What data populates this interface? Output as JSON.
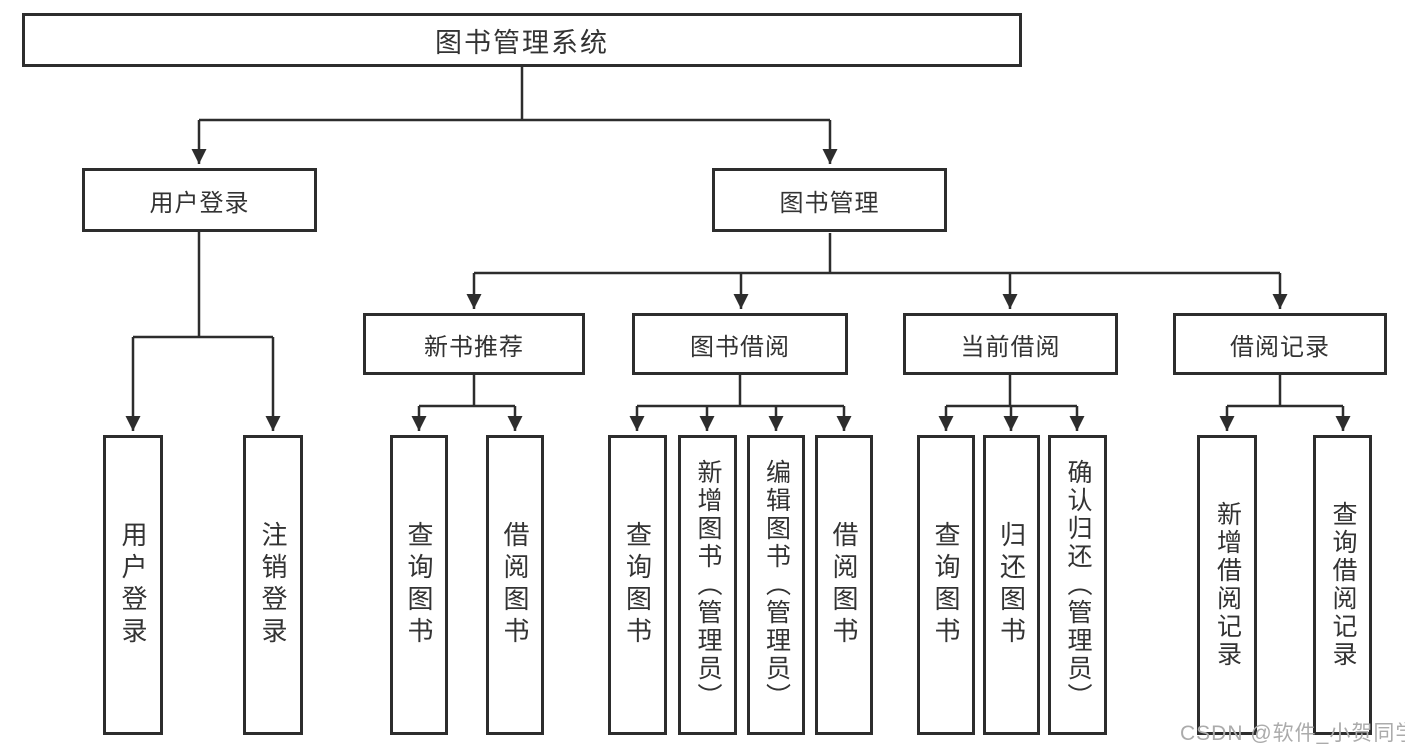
{
  "tree": {
    "label": "图书管理系统",
    "children": [
      {
        "label": "用户登录",
        "children": [
          {
            "label": "用户登录"
          },
          {
            "label": "注销登录"
          }
        ]
      },
      {
        "label": "图书管理",
        "children": [
          {
            "label": "新书推荐",
            "children": [
              {
                "label": "查询图书"
              },
              {
                "label": "借阅图书"
              }
            ]
          },
          {
            "label": "图书借阅",
            "children": [
              {
                "label": "查询图书"
              },
              {
                "label": "新增图书（管理员）"
              },
              {
                "label": "编辑图书（管理员）"
              },
              {
                "label": "借阅图书"
              }
            ]
          },
          {
            "label": "当前借阅",
            "children": [
              {
                "label": "查询图书"
              },
              {
                "label": "归还图书"
              },
              {
                "label": "确认归还（管理员）"
              }
            ]
          },
          {
            "label": "借阅记录",
            "children": [
              {
                "label": "新增借阅记录"
              },
              {
                "label": "查询借阅记录"
              }
            ]
          }
        ]
      }
    ]
  },
  "watermark": "CSDN @软件_小贺同学",
  "colors": {
    "line": "#2d2d2d",
    "text": "#333333",
    "watermark": "#ababab",
    "background": "#ffffff"
  }
}
